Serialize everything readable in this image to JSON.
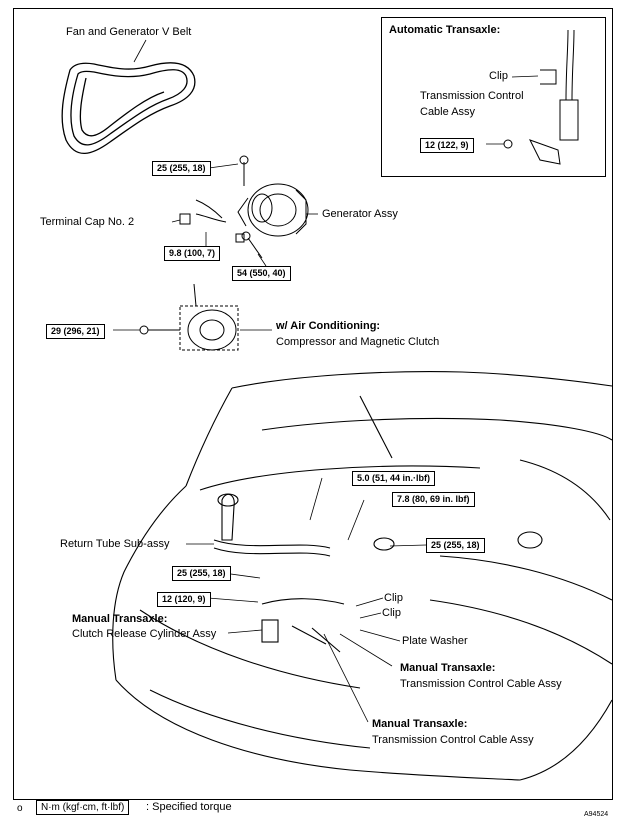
{
  "labels": {
    "fan_belt": "Fan and Generator V Belt",
    "generator": "Generator Assy",
    "terminal_cap": "Terminal Cap No. 2",
    "ac_title": "w/ Air Conditioning:",
    "compressor": "Compressor and Magnetic Clutch",
    "return_tube": "Return Tube Sub-assy",
    "clip_1": "Clip",
    "clip_2": "Clip",
    "plate_washer": "Plate Washer",
    "mt_title_1": "Manual Transaxle:",
    "clutch_cyl": "Clutch Release Cylinder Assy",
    "mt_title_2": "Manual Transaxle:",
    "tcc_1": "Transmission Control Cable Assy",
    "mt_title_3": "Manual Transaxle:",
    "tcc_2": "Transmission Control Cable Assy"
  },
  "inset": {
    "title": "Automatic Transaxle:",
    "clip": "Clip",
    "cable_line1": "Transmission Control",
    "cable_line2": "Cable Assy",
    "torque": "12 (122, 9)"
  },
  "torques": {
    "gen_bolt_top": "25 (255, 18)",
    "terminal_nut": "9.8 (100, 7)",
    "gen_bolt_bottom": "54 (550, 40)",
    "compressor_bolt": "29 (296, 21)",
    "bolt_5": "5.0 (51, 44 in.·lbf)",
    "bolt_7_8": "7.8 (80, 69 in. lbf)",
    "right_25": "25 (255, 18)",
    "left_25": "25 (255, 18)",
    "left_12": "12 (120, 9)"
  },
  "legend": {
    "unit": "N·m (kgf·cm, ft·lbf)",
    "text": ": Specified torque",
    "corner_mark": "o"
  },
  "figure_id": "A94524"
}
